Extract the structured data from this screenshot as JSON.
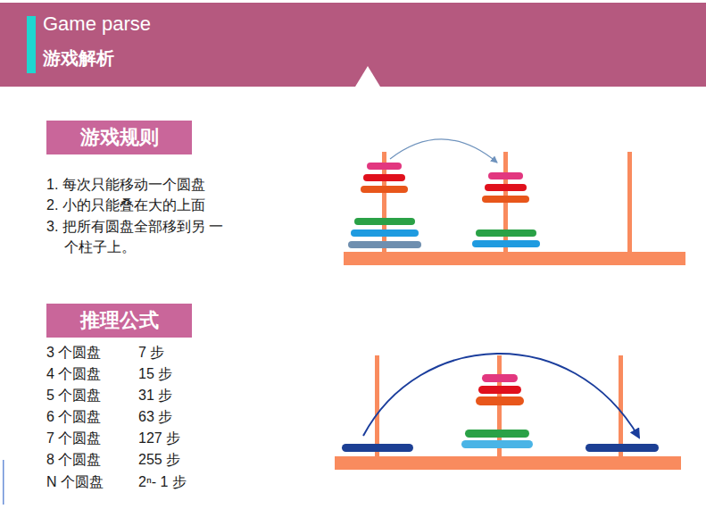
{
  "diagram": {
    "nodes": [
      {
        "text": [
          "Game parse",
          "游戏解析"
        ]
      },
      {
        "text": [
          "游戏规则"
        ]
      },
      {
        "text": [
          "推理公式"
        ]
      }
    ],
    "labels": [
      "1. 每次只能移动一个圆盘",
      "2. 小的只能叠在大的上面",
      "3. 把所有圆盘全部移到另 一个柱子上。",
      "3 个圆盘",
      "7 步",
      "4 个圆盘",
      "15 步",
      "5 个圆盘",
      "31 步",
      "6 个圆盘",
      "63 步",
      "7 个圆盘",
      "127 步",
      "8 个圆盘",
      "255 步",
      "N 个圆盘",
      "2ⁿ- 1 步"
    ]
  }
}
